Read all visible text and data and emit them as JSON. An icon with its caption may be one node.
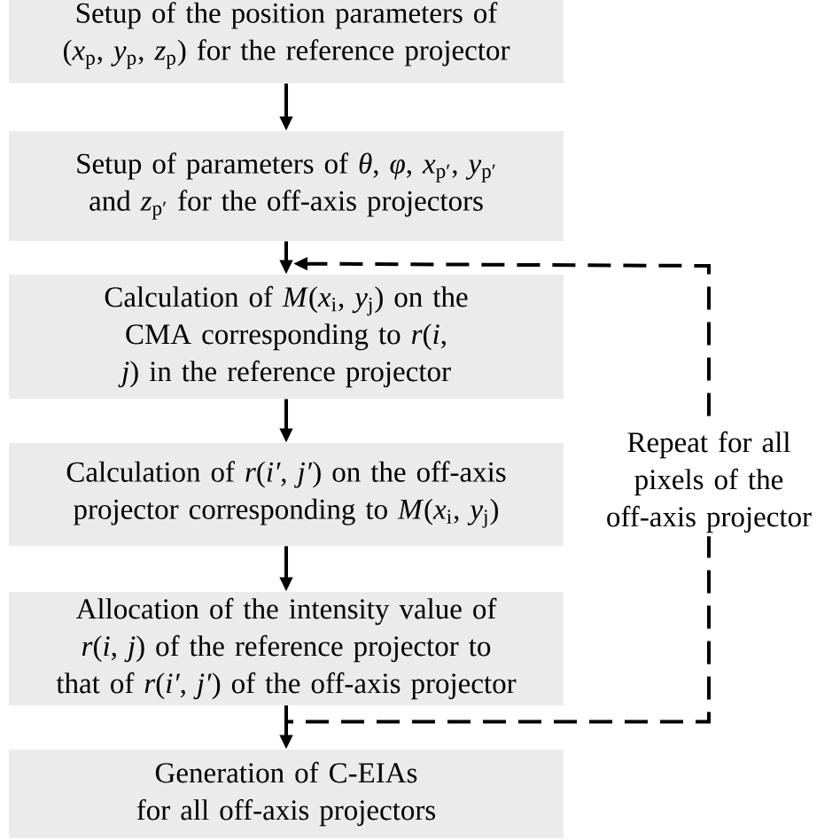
{
  "diagram": {
    "nodes": [
      {
        "text": [
          "Setup of the position parameters of (*x*$_{p}$, *y*$_{p}$, *z*$_{p}$) for the reference projector"
        ]
      },
      {
        "text": [
          "Setup of parameters of *θ*, *φ*, *x*$_{p′}$, *y*$_{p′}$ and *z*$_{p′}$ for the off-axis projectors"
        ]
      },
      {
        "text": [
          "Calculation of *M*(*x*$_{i}$, *y*$_{j}$) on the CMA corresponding to *r*(*i*, *j*) in the reference projector"
        ]
      },
      {
        "text": [
          "Calculation of *r*(*i′*, *j′*) on the off-axis projector corresponding to *M*(*x*$_{i}$, *y*$_{j}$)"
        ]
      },
      {
        "text": [
          "Allocation of the intensity value of *r*(*i*, *j*) of the reference projector to that of *r*(*i′*, *j′*) of the off-axis projector"
        ]
      },
      {
        "text": [
          "Generation of C-EIAs for all off-axis projectors"
        ]
      }
    ],
    "edges": [
      {
        "from": 0,
        "to": 1,
        "arrow": "to"
      },
      {
        "from": 1,
        "to": 2,
        "arrow": "to"
      },
      {
        "from": 2,
        "to": 3,
        "arrow": "to"
      },
      {
        "from": 3,
        "to": 4,
        "arrow": "to"
      },
      {
        "from": 4,
        "to": 5,
        "arrow": "to"
      },
      {
        "from": 4,
        "to": 2,
        "arrow": "to",
        "style": "dashed",
        "label": "Repeat for all pixels of the off-axis projector"
      }
    ]
  }
}
